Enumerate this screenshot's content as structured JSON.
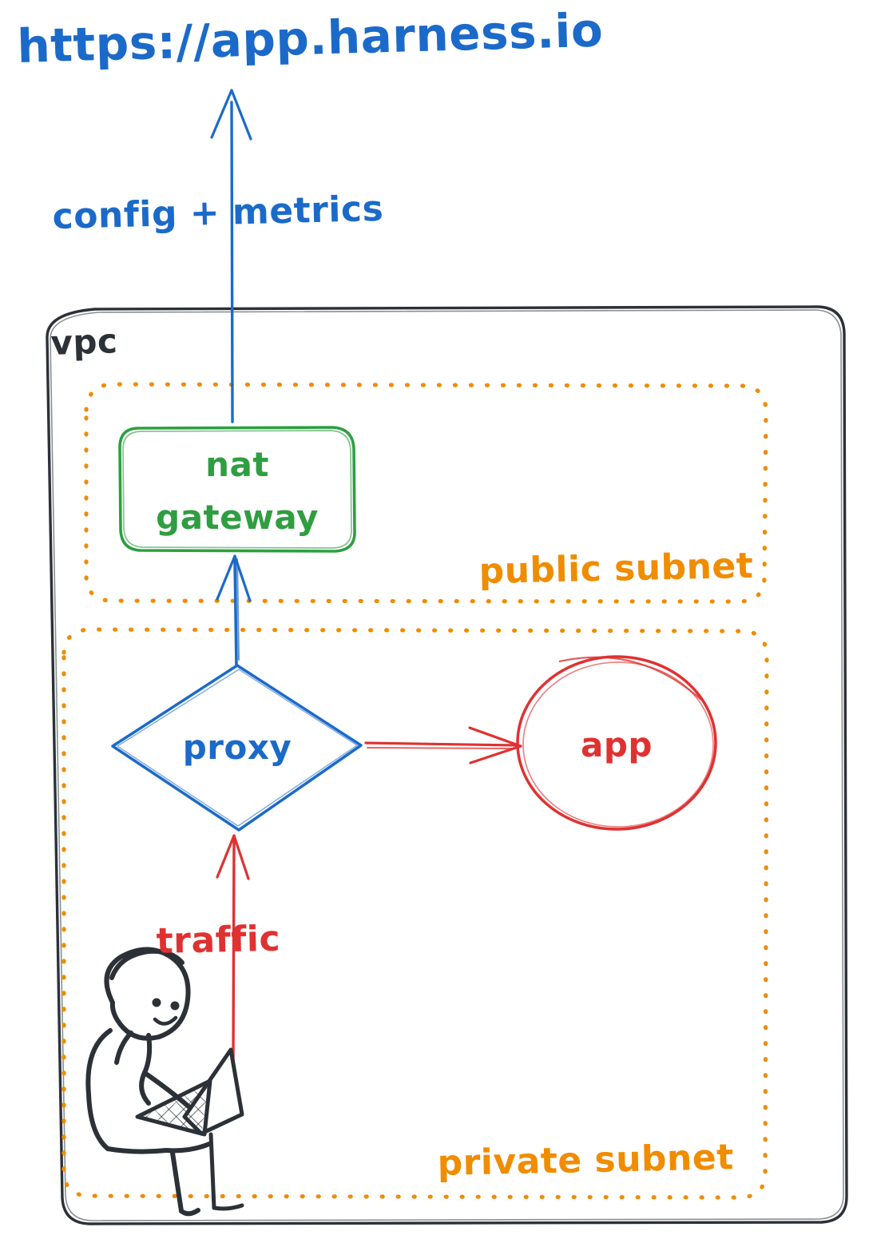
{
  "diagram": {
    "title": "https://app.harness.io",
    "style": "hand-drawn architecture sketch",
    "colors": {
      "blue": "#1b6ac9",
      "green": "#2f9e41",
      "orange": "#f08c00",
      "red": "#e03131",
      "ink": "#2b3137"
    },
    "external": {
      "endpoint_label": "https://app.harness.io",
      "flow_label": "config + metrics"
    },
    "vpc": {
      "label": "vpc",
      "subnets": [
        {
          "id": "public",
          "label": "public subnet",
          "nodes": [
            {
              "id": "nat-gateway",
              "label_line_1": "nat",
              "label_line_2": "gateway",
              "shape": "rounded-rect",
              "color": "#2f9e41"
            }
          ]
        },
        {
          "id": "private",
          "label": "private subnet",
          "nodes": [
            {
              "id": "proxy",
              "label": "proxy",
              "shape": "diamond",
              "color": "#1b6ac9"
            },
            {
              "id": "app",
              "label": "app",
              "shape": "ellipse",
              "color": "#e03131"
            },
            {
              "id": "user",
              "label": "",
              "shape": "person-with-laptop",
              "color": "#2b3137"
            }
          ]
        }
      ]
    },
    "edges": [
      {
        "id": "nat-to-internet",
        "from": "nat-gateway",
        "to": "https://app.harness.io",
        "label": "config + metrics",
        "color": "#1b6ac9",
        "direction": "up"
      },
      {
        "id": "proxy-to-nat",
        "from": "proxy",
        "to": "nat-gateway",
        "label": "",
        "color": "#1b6ac9",
        "direction": "up"
      },
      {
        "id": "proxy-to-app",
        "from": "proxy",
        "to": "app",
        "label": "",
        "color": "#e03131",
        "direction": "right"
      },
      {
        "id": "user-to-proxy",
        "from": "user",
        "to": "proxy",
        "label": "traffic",
        "color": "#e03131",
        "direction": "up"
      }
    ]
  }
}
